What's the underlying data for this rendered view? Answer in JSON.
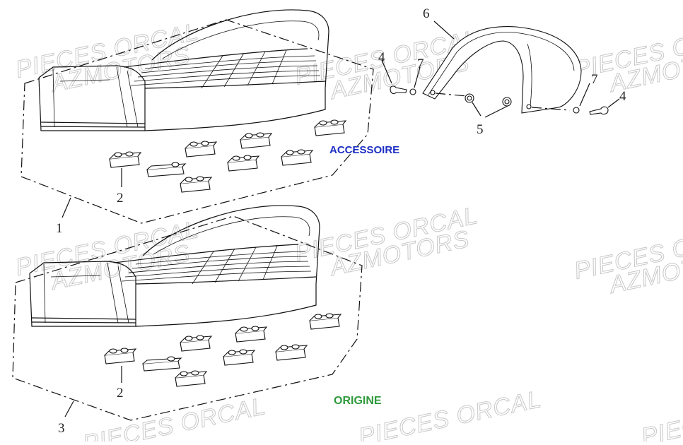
{
  "watermark": {
    "line1": "PIECES ORCAL",
    "line2": "AZMOTORS"
  },
  "labels": {
    "accessoire": "ACCESSOIRE",
    "origine": "ORIGINE"
  },
  "callouts": {
    "n1": "1",
    "n2_top": "2",
    "n2_bottom": "2",
    "n3": "3",
    "n4_left": "4",
    "n4_right": "4",
    "n5": "5",
    "n6": "6",
    "n7_left": "7",
    "n7_right": "7"
  }
}
